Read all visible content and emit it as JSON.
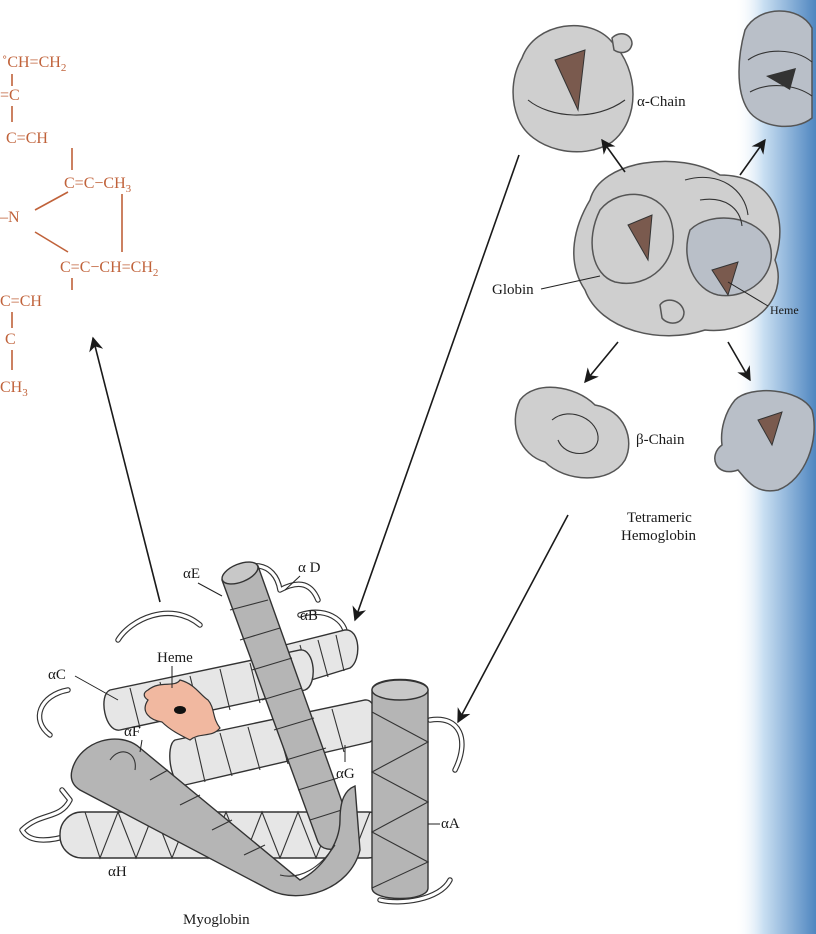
{
  "chem_structure": {
    "top": "CH=CH",
    "top_sub": "2",
    "c_upper": "C",
    "c_ch_upper": "C=CH",
    "ring_top": "C=C−CH",
    "ring_top_sub": "3",
    "nitrogen": "N",
    "ring_bottom": "C=C−CH=CH",
    "ring_bottom_sub": "2",
    "c_ch_lower": "C=CH",
    "c_lower": "C",
    "bottom": "CH",
    "bottom_sub": "3"
  },
  "hemoglobin": {
    "alpha_chain": "α-Chain",
    "beta_chain": "β-Chain",
    "globin": "Globin",
    "heme": "Heme",
    "title_line1": "Tetrameric",
    "title_line2": "Hemoglobin"
  },
  "myoglobin": {
    "title": "Myoglobin",
    "heme": "Heme",
    "helix_a": "αA",
    "helix_b": "αB",
    "helix_c": "αC",
    "helix_d": "α D",
    "helix_e": "αE",
    "helix_f": "αF",
    "helix_g": "αG",
    "helix_h": "αH"
  },
  "colors": {
    "chemistry": "#c0623a",
    "heme_fill": "#f1b8a0",
    "protein_gray": "#b5b5b5",
    "page_edge": "#5a8fc4"
  }
}
